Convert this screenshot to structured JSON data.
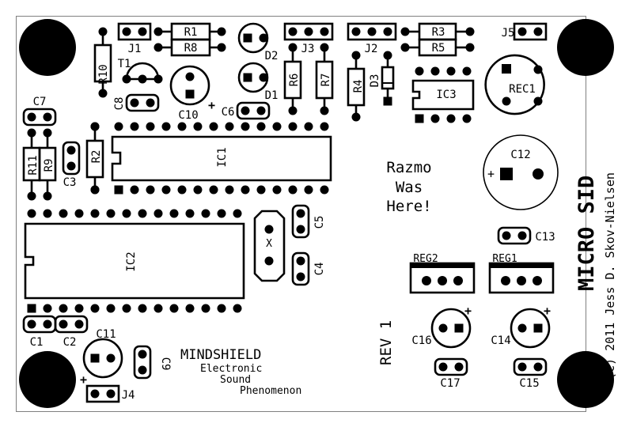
{
  "board": {
    "title": "MICRO SID",
    "copyright": "(C) 2011 Jess D. Skov-Nielsen",
    "revision": "REV 1",
    "brand": {
      "name": "MINDSHIELD",
      "line1": "Electronic",
      "line2": "Sound",
      "line3": "Phenomenon"
    },
    "graffiti": [
      "Razmo",
      "Was",
      "Here!"
    ],
    "colors": {
      "silkscreen": "#000000",
      "background": "#ffffff",
      "border": "#808080"
    }
  },
  "components": {
    "resistors": [
      "R1",
      "R2",
      "R3",
      "R4",
      "R5",
      "R6",
      "R7",
      "R8",
      "R9",
      "R10",
      "R11"
    ],
    "ics": [
      "IC1",
      "IC2",
      "IC3"
    ],
    "capacitors": [
      "C1",
      "C2",
      "C3",
      "C4",
      "C5",
      "C6",
      "C7",
      "C8",
      "C9",
      "C10",
      "C11",
      "C12",
      "C13",
      "C14",
      "C15",
      "C16",
      "C17"
    ],
    "diodes": [
      "D1",
      "D2",
      "D3"
    ],
    "jumpers": [
      "J1",
      "J2",
      "J3",
      "J4",
      "J5"
    ],
    "transistor": "T1",
    "crystal": "X",
    "receptacle": "REC1",
    "regulators": [
      "REG1",
      "REG2"
    ],
    "polarity_mark": "+"
  }
}
